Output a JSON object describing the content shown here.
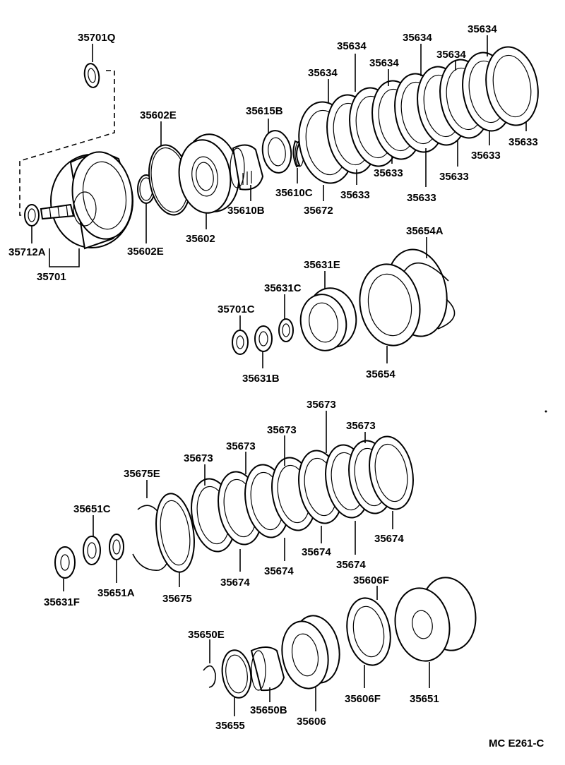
{
  "labels": {
    "p35701Q": "35701Q",
    "p35701": "35701",
    "p35712A": "35712A",
    "p35602E_top": "35602E",
    "p35602E_bot": "35602E",
    "p35602": "35602",
    "p35615B": "35615B",
    "p35610B": "35610B",
    "p35610C": "35610C",
    "p35672": "35672",
    "p35634_1": "35634",
    "p35634_2": "35634",
    "p35634_3": "35634",
    "p35634_4": "35634",
    "p35634_5": "35634",
    "p35634_6": "35634",
    "p35633_1": "35633",
    "p35633_2": "35633",
    "p35633_3": "35633",
    "p35633_4": "35633",
    "p35633_5": "35633",
    "p35633_6": "35633",
    "p35654A": "35654A",
    "p35631E": "35631E",
    "p35631C": "35631C",
    "p35701C": "35701C",
    "p35631B": "35631B",
    "p35654": "35654",
    "p35673_1": "35673",
    "p35673_2": "35673",
    "p35673_3": "35673",
    "p35673_4": "35673",
    "p35673_5": "35673",
    "p35675E": "35675E",
    "p35651C": "35651C",
    "p35631F": "35631F",
    "p35651A": "35651A",
    "p35675": "35675",
    "p35674_1": "35674",
    "p35674_2": "35674",
    "p35674_3": "35674",
    "p35674_4": "35674",
    "p35674_5": "35674",
    "p35606F_top": "35606F",
    "p35606F_bot": "35606F",
    "p35650E": "35650E",
    "p35655": "35655",
    "p35650B": "35650B",
    "p35606": "35606",
    "p35651": "35651",
    "code": "MC  E261-C"
  }
}
